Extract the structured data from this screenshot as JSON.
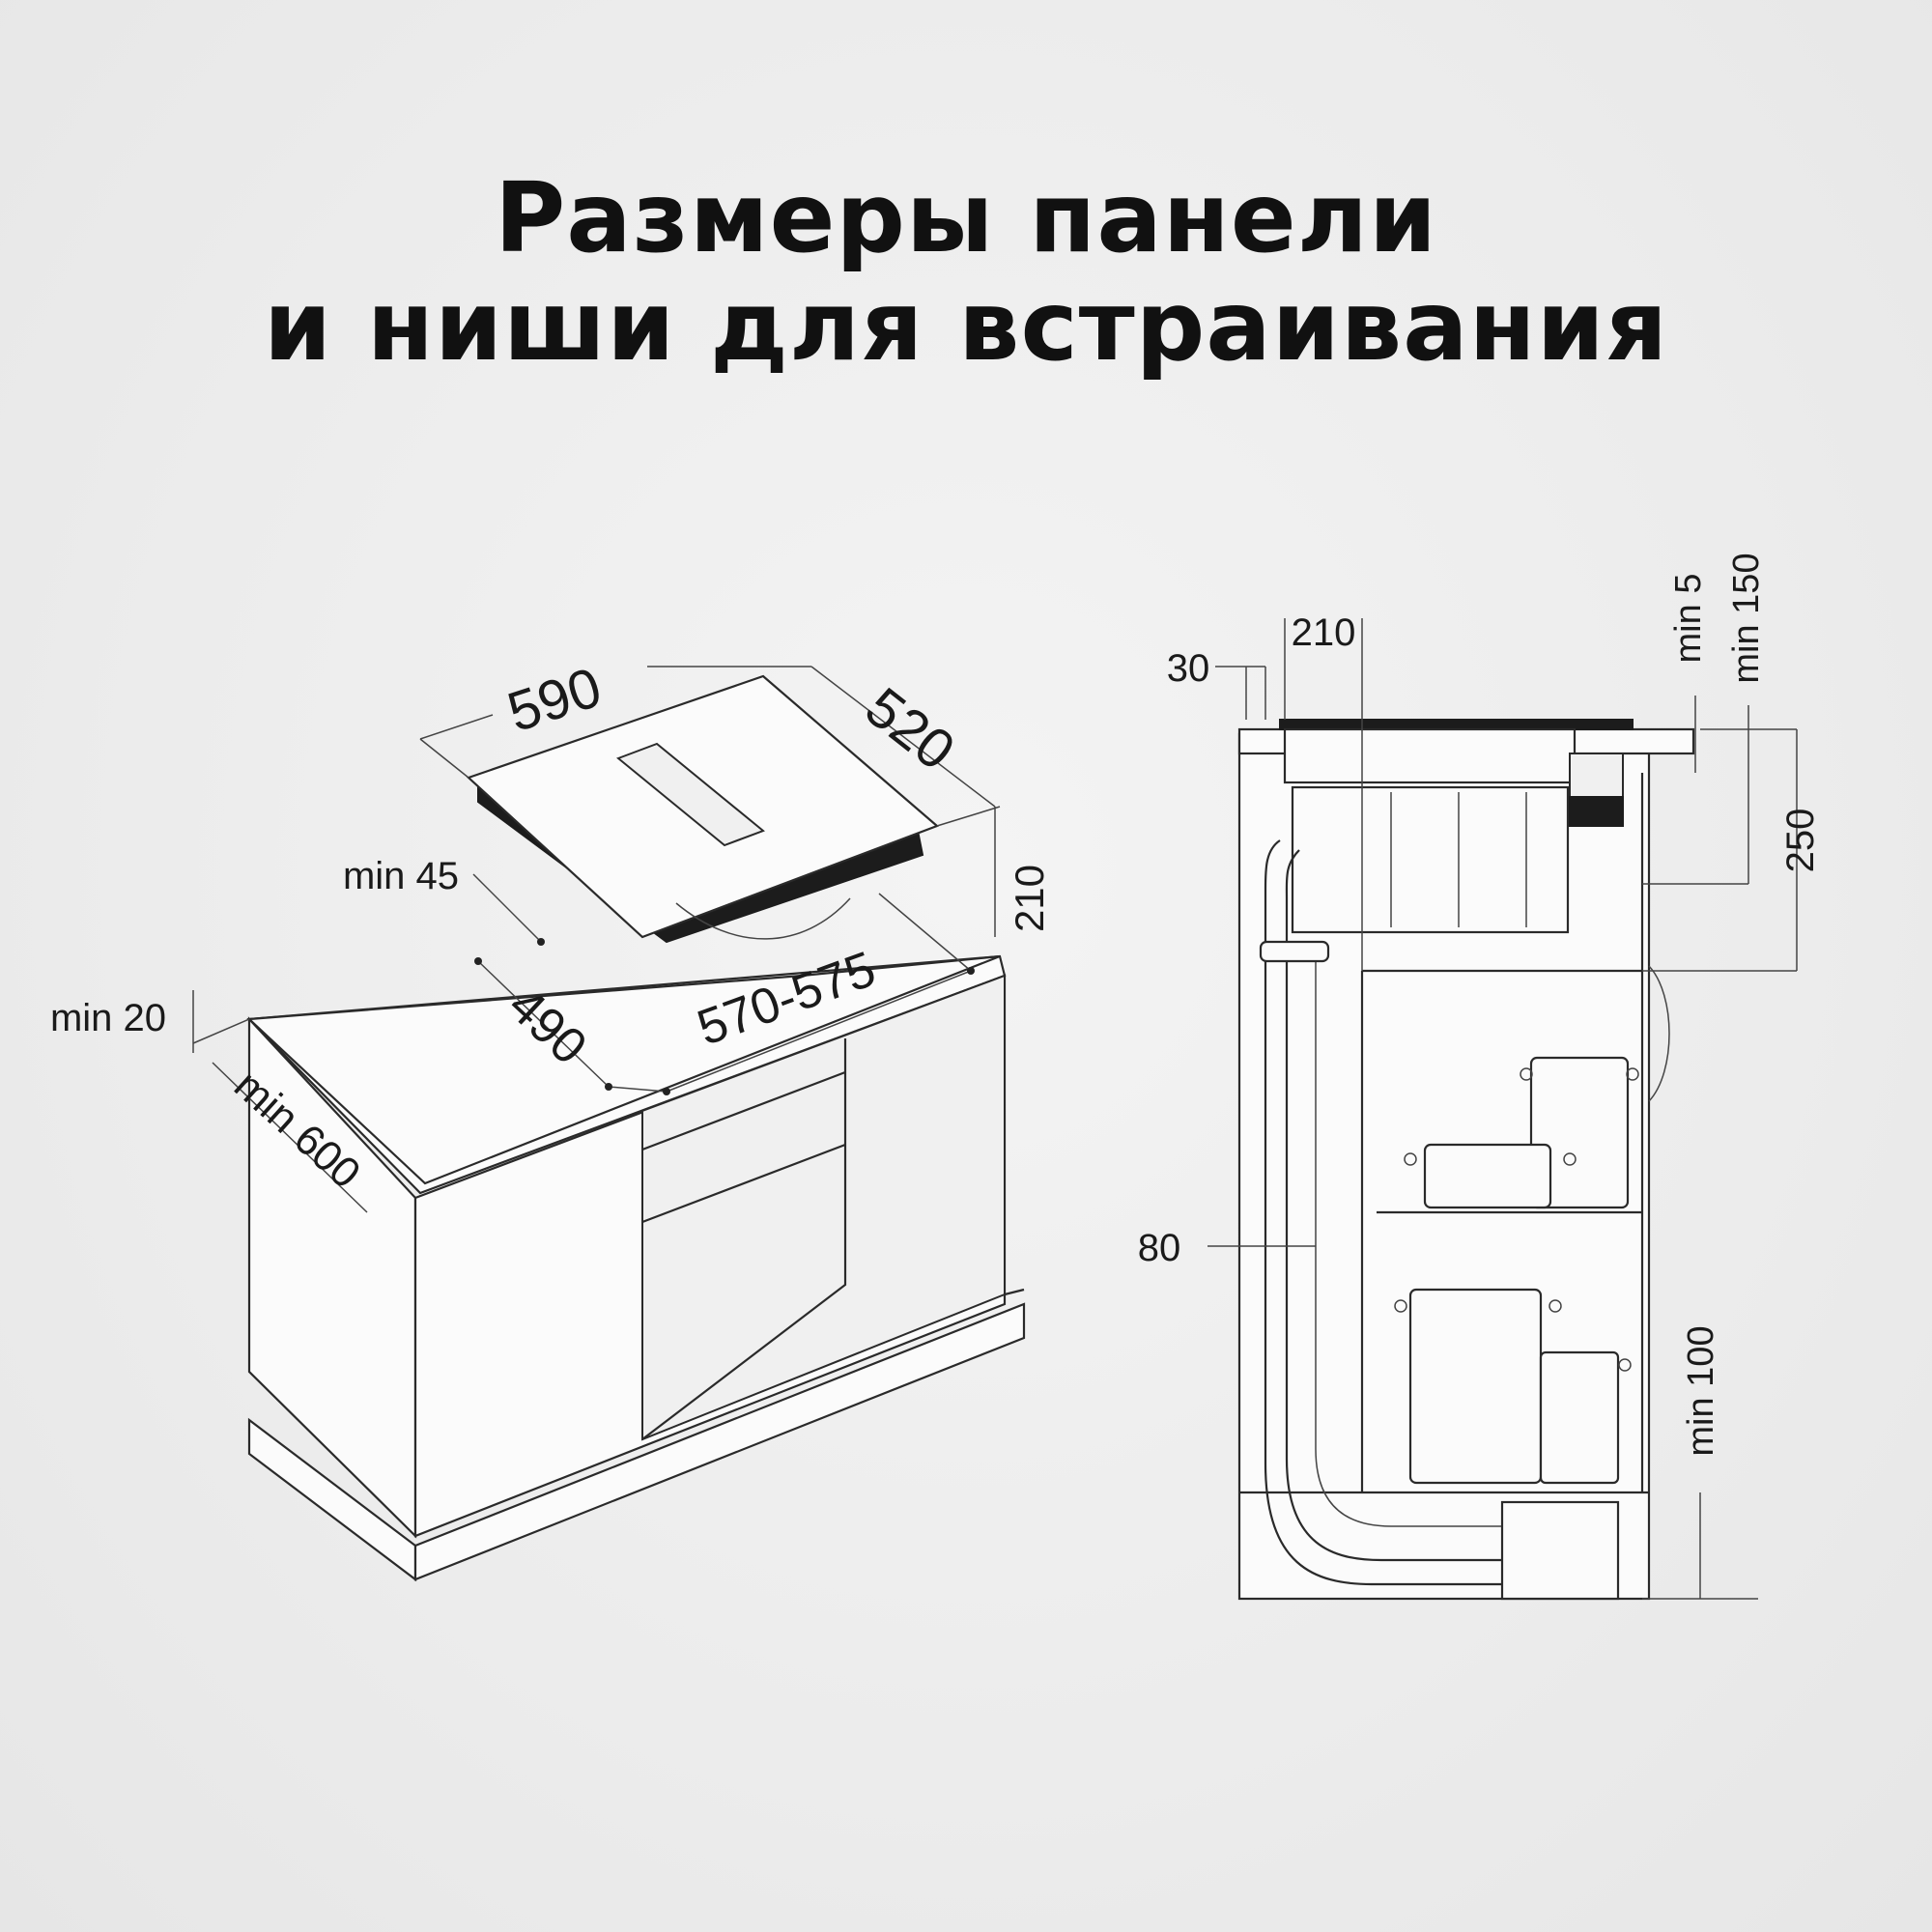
{
  "title": {
    "line1": "Размеры панели",
    "line2": "и ниши для встраивания"
  },
  "iso_view": {
    "width": "590",
    "depth": "520",
    "height": "210",
    "cut_depth": "490",
    "cut_width": "570-575",
    "min_wall_gap": "min 45",
    "min_countertop": "min 20",
    "min_cabinet_depth": "min 600"
  },
  "side_view": {
    "front_offset": "30",
    "unit_depth": "210",
    "min_gap_top": "min 5",
    "min_rear_gap": "min 150",
    "unit_height": "250",
    "duct_offset": "80",
    "min_plinth": "min 100"
  }
}
